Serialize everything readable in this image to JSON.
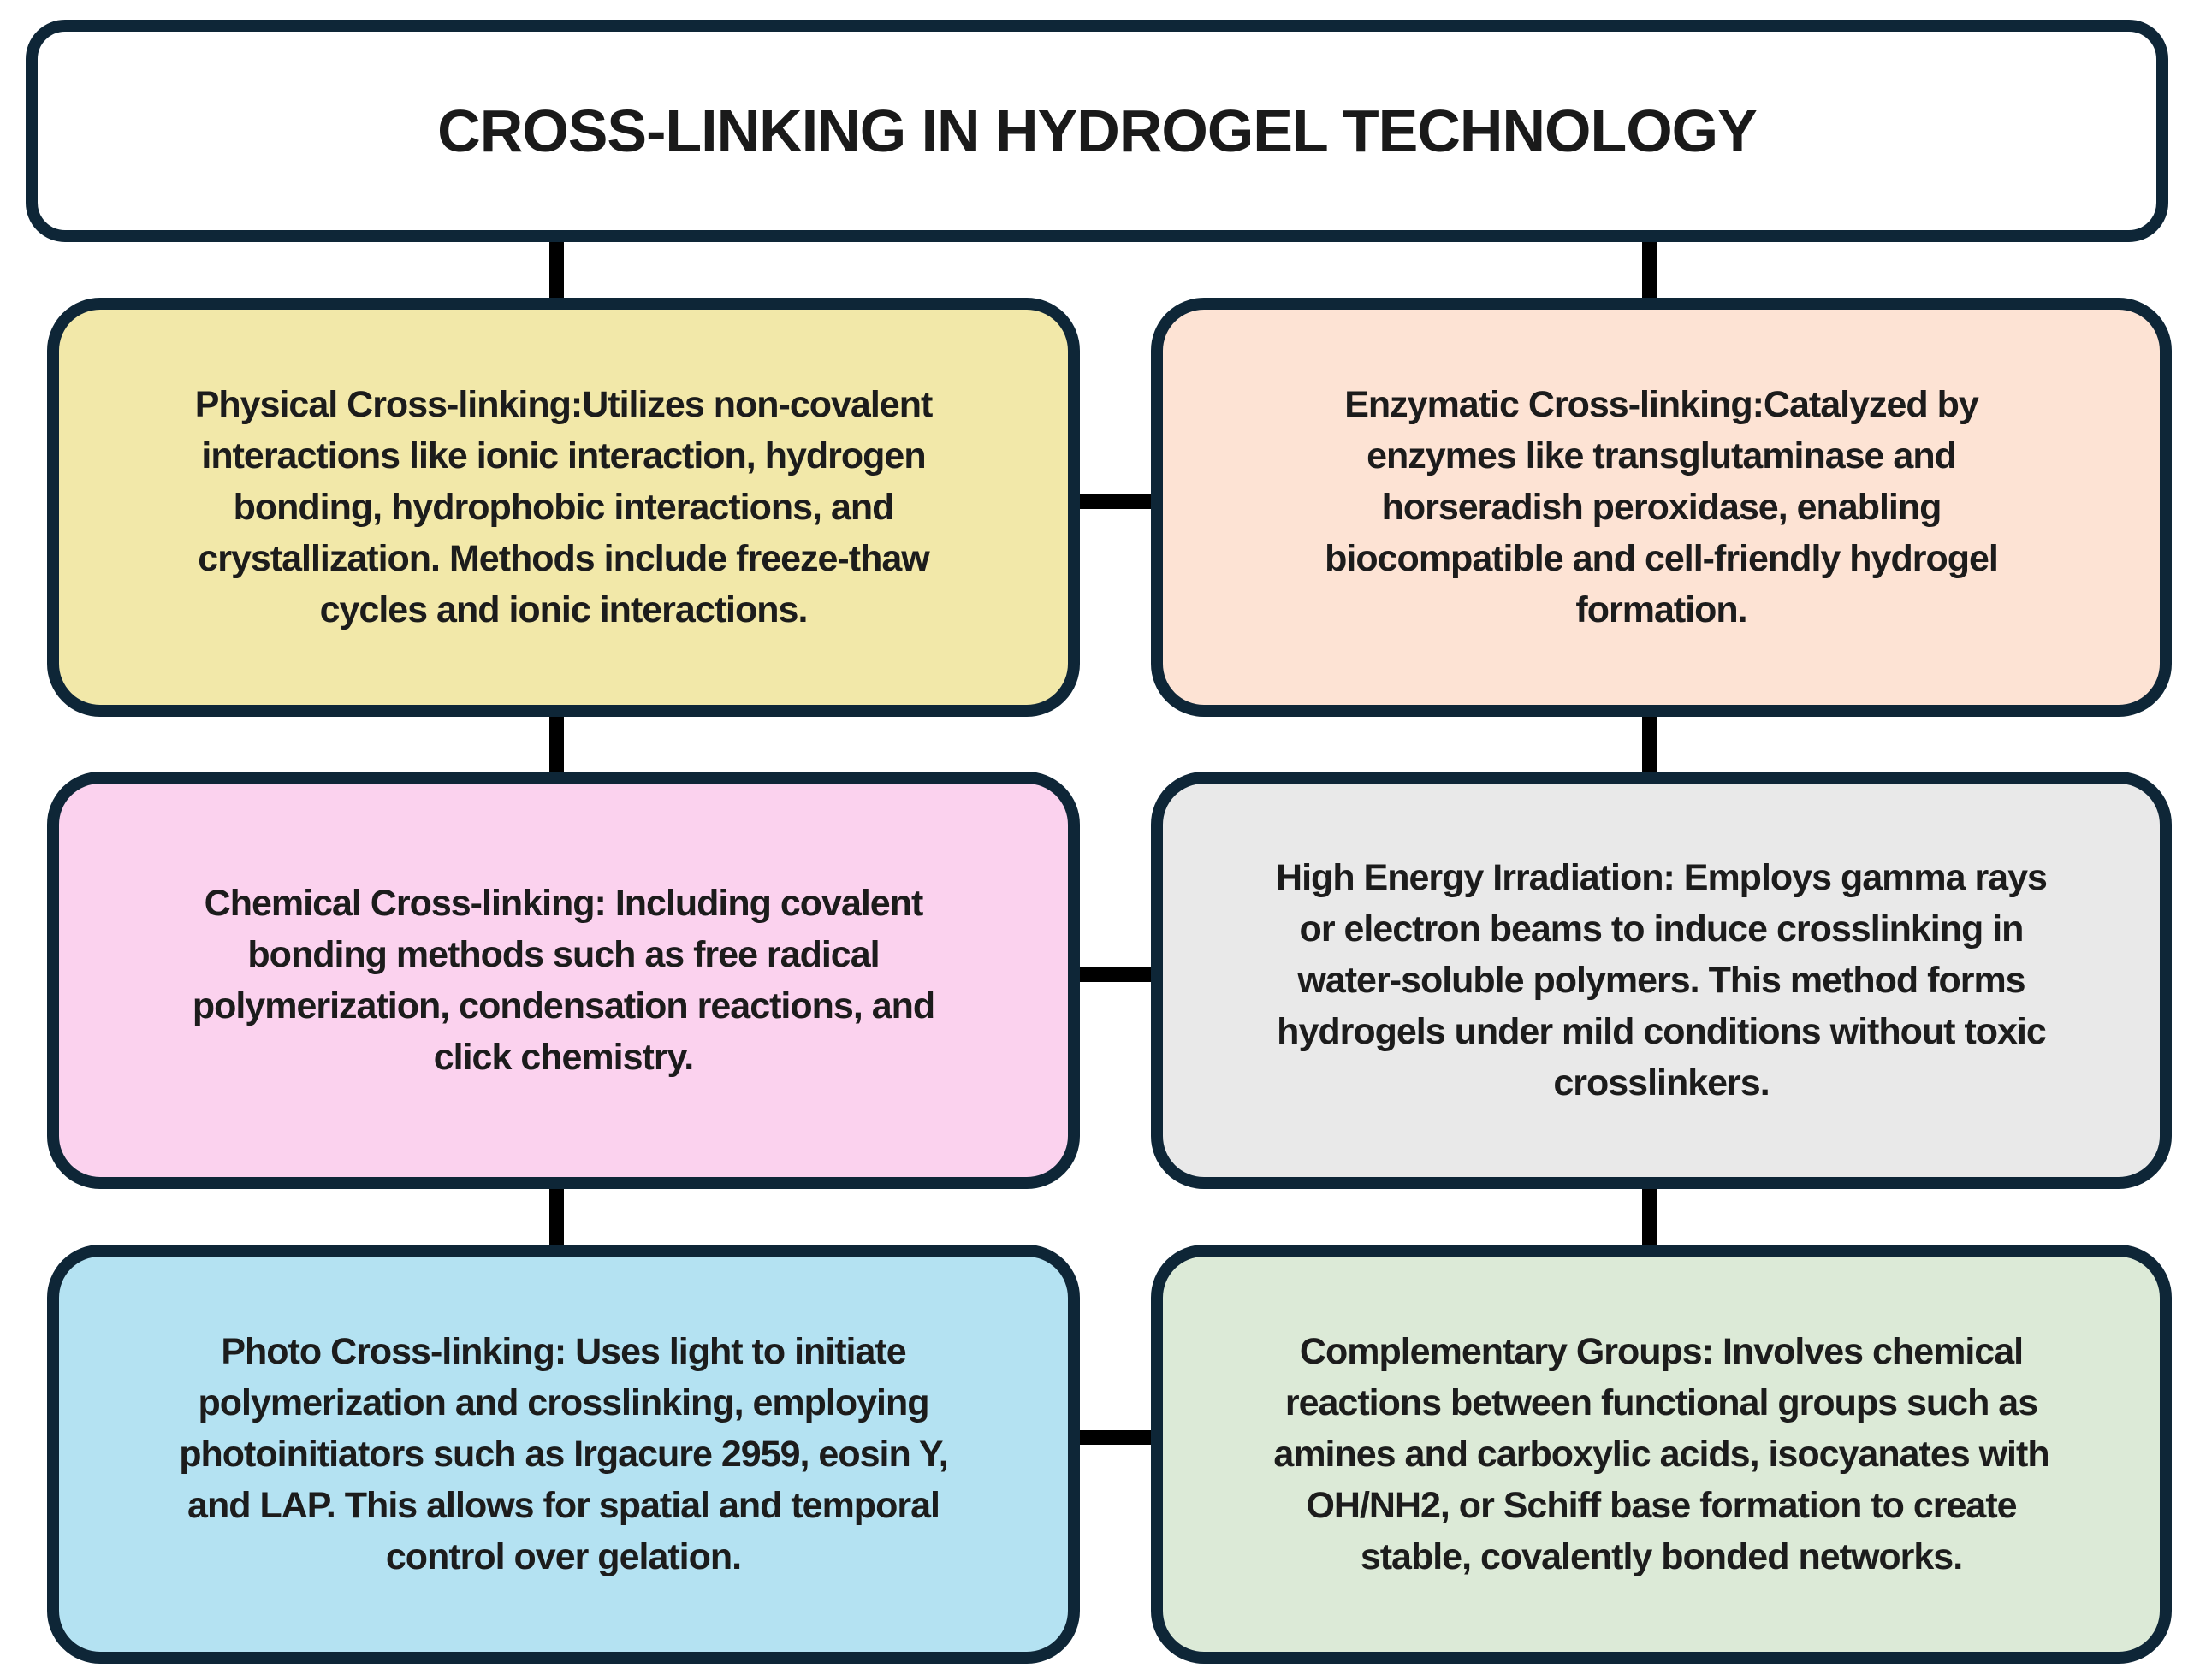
{
  "diagram": {
    "title": "CROSS-LINKING IN HYDROGEL TECHNOLOGY",
    "boxes": [
      {
        "id": "physical-cross-linking",
        "fill": "#f2e8a9",
        "text": "Physical Cross-linking:Utilizes non-covalent\ninteractions like ionic interaction, hydrogen\nbonding, hydrophobic interactions, and\ncrystallization. Methods include freeze-thaw\ncycles and ionic interactions."
      },
      {
        "id": "enzymatic-cross-linking",
        "fill": "#fde3d4",
        "text": "Enzymatic Cross-linking:Catalyzed by\nenzymes like transglutaminase and\nhorseradish peroxidase, enabling\nbiocompatible and cell-friendly hydrogel\nformation."
      },
      {
        "id": "chemical-cross-linking",
        "fill": "#fbd2ee",
        "text": "Chemical Cross-linking: Including covalent\nbonding methods such as free radical\npolymerization, condensation reactions, and\nclick chemistry."
      },
      {
        "id": "high-energy-irradiation",
        "fill": "#e9e9e9",
        "text": "High Energy Irradiation: Employs gamma rays\nor electron beams to induce crosslinking in\nwater-soluble polymers. This method forms\nhydrogels under mild conditions without toxic\ncrosslinkers."
      },
      {
        "id": "photo-cross-linking",
        "fill": "#b4e2f2",
        "text": "Photo Cross-linking: Uses light to initiate\npolymerization and crosslinking, employing\nphotoinitiators such as Irgacure 2959, eosin Y,\nand LAP. This allows for spatial and temporal\ncontrol over gelation."
      },
      {
        "id": "complementary-groups",
        "fill": "#dcead7",
        "text": "Complementary Groups: Involves chemical\nreactions between functional groups such as\namines and carboxylic acids, isocyanates with\nOH/NH2, or Schiff base formation to create\nstable, covalently bonded networks."
      }
    ],
    "colors": {
      "border": "#0e2637",
      "connector": "#000000",
      "background": "#ffffff",
      "text": "#1c1c1c"
    }
  }
}
